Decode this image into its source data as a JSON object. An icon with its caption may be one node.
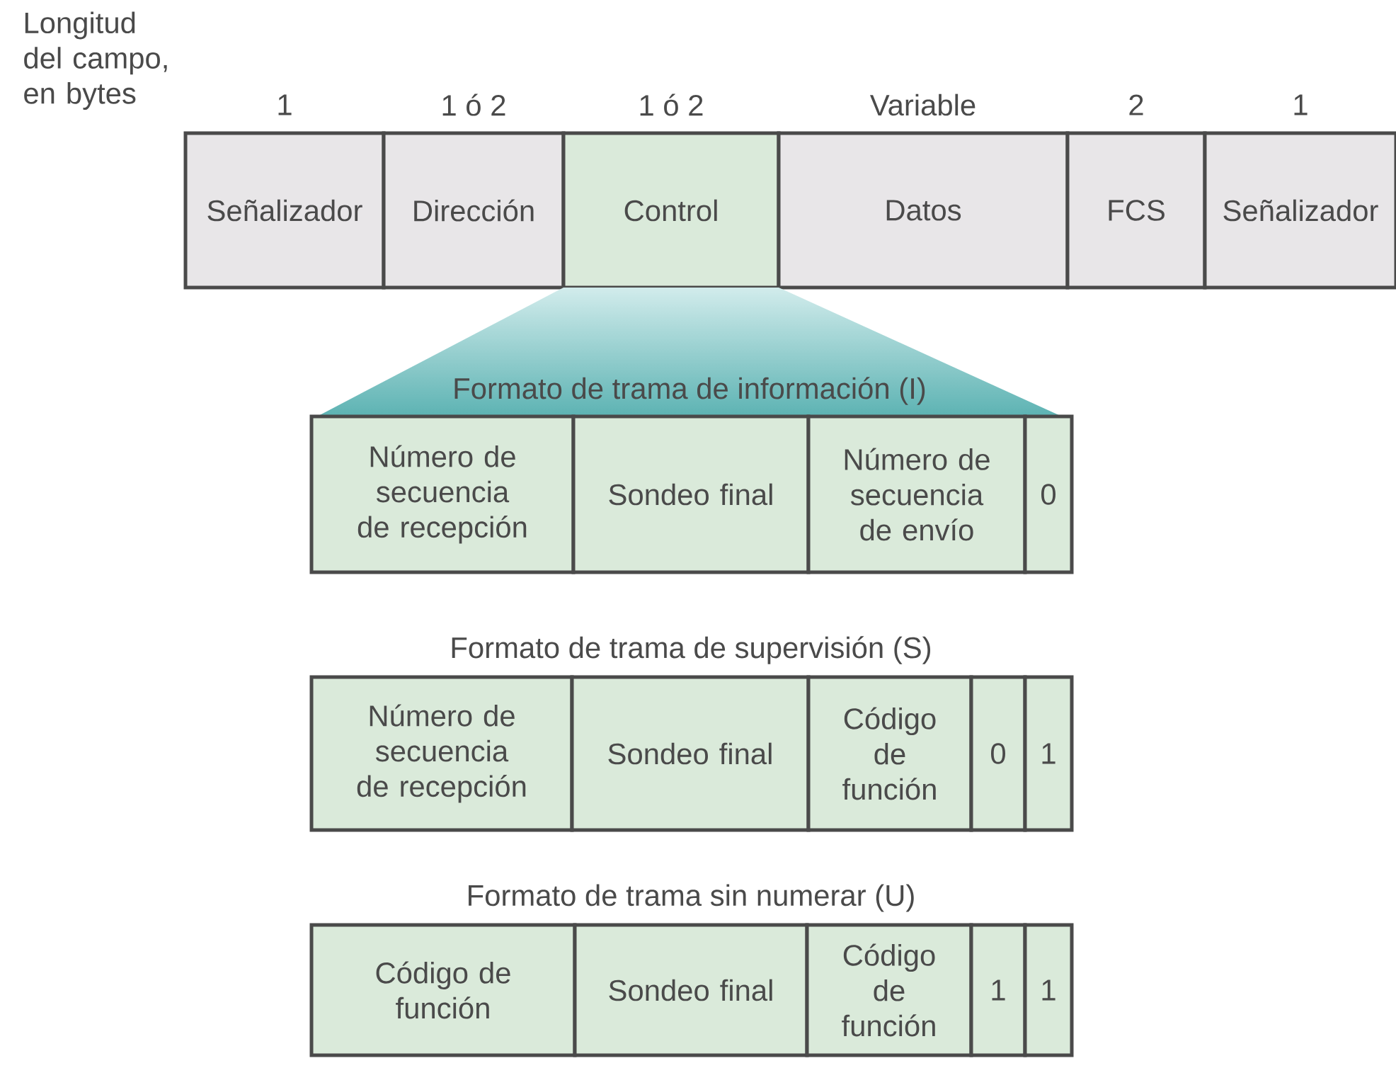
{
  "diagram": {
    "nodes": [
      {
        "text": [
          "Señalizador"
        ],
        "beside": [
          "1"
        ]
      },
      {
        "text": [
          "Dirección"
        ],
        "beside": [
          "1 ó 2"
        ]
      },
      {
        "text": [
          "Control"
        ],
        "beside": [
          "1 ó 2"
        ]
      },
      {
        "text": [
          "Datos"
        ],
        "beside": [
          "Variable"
        ]
      },
      {
        "text": [
          "FCS"
        ],
        "beside": [
          "2"
        ]
      },
      {
        "text": [
          "Señalizador"
        ],
        "beside": [
          "1"
        ]
      },
      {
        "text": [
          "Formato de trama de información (I)"
        ]
      },
      {
        "text": [
          "Número de secuencia de recepción"
        ]
      },
      {
        "text": [
          "Sondeo final"
        ]
      },
      {
        "text": [
          "Número de secuencia de envío"
        ]
      },
      {
        "text": [
          "0"
        ]
      },
      {
        "text": [
          "Número de secuencia de recepción"
        ]
      },
      {
        "text": [
          "Sondeo final"
        ]
      },
      {
        "text": [
          "Código de función"
        ]
      },
      {
        "text": [
          "0"
        ]
      },
      {
        "text": [
          "1"
        ]
      },
      {
        "text": [
          "Código de función"
        ]
      },
      {
        "text": [
          "Sondeo final"
        ]
      },
      {
        "text": [
          "Código de función"
        ]
      },
      {
        "text": [
          "1"
        ]
      },
      {
        "text": [
          "1"
        ]
      }
    ],
    "labels": [
      "Longitud del campo, en bytes",
      "Formato de trama de supervisión (S)",
      "Formato de trama sin numerar (U)"
    ]
  }
}
